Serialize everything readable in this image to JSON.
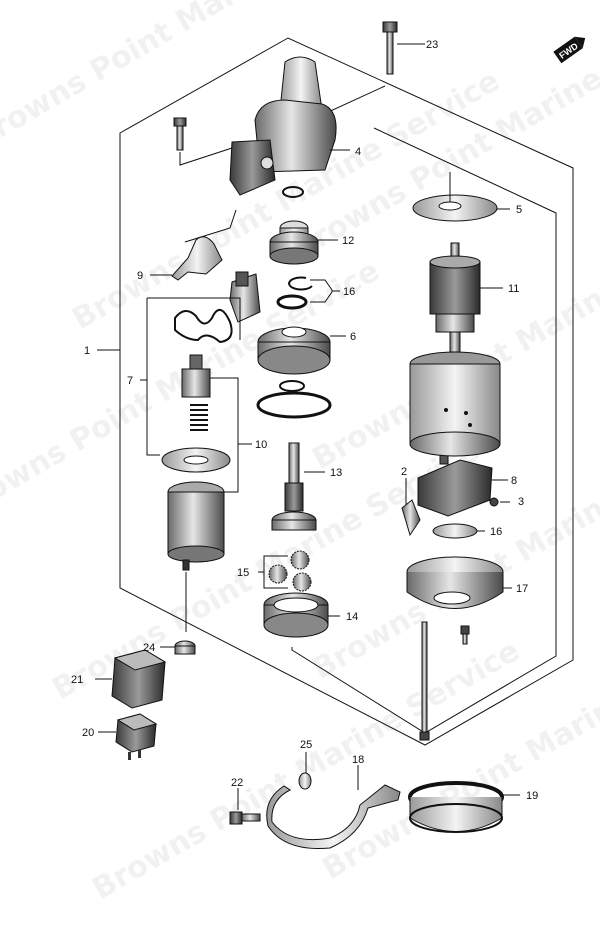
{
  "watermark": "Browns Point Marine Service",
  "fwd_badge": "FWD",
  "callouts": {
    "c1": "1",
    "c2": "2",
    "c3": "3",
    "c4": "4",
    "c5": "5",
    "c6": "6",
    "c7": "7",
    "c8": "8",
    "c9": "9",
    "c10": "10",
    "c11": "11",
    "c12": "12",
    "c13": "13",
    "c14": "14",
    "c15": "15",
    "c16a": "16",
    "c16b": "16",
    "c17": "17",
    "c18": "18",
    "c19": "19",
    "c20": "20",
    "c21": "21",
    "c22": "22",
    "c23": "23",
    "c24": "24",
    "c25": "25"
  }
}
